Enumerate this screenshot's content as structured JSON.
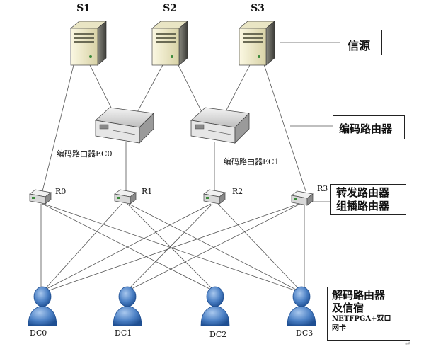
{
  "servers": [
    {
      "label": "S1"
    },
    {
      "label": "S2"
    },
    {
      "label": "S3"
    }
  ],
  "encoders": [
    {
      "label": "编码路由器EC0"
    },
    {
      "label": "编码路由器EC1"
    }
  ],
  "routers": [
    {
      "label": "R0"
    },
    {
      "label": "R1"
    },
    {
      "label": "R2"
    },
    {
      "label": "R3"
    }
  ],
  "receivers": [
    {
      "label": "DC0"
    },
    {
      "label": "DC1"
    },
    {
      "label": "DC2"
    },
    {
      "label": "DC3"
    }
  ],
  "legend": {
    "source": "信源",
    "encoding_router": "编码路由器",
    "forwarding_line1": "转发路由器",
    "forwarding_line2": "组播路由器",
    "decoding_line1": "解码路由器",
    "decoding_line2": "及信宿",
    "decoding_line3": "NETFPGA+双口",
    "decoding_line4": "网卡"
  },
  "colors": {
    "line": "#555555",
    "server_body": "#f3efcf",
    "router_body": "#dcdcdc",
    "user_blue": "#3a6fb5"
  },
  "icons": {
    "server": "server-icon",
    "encoder": "encoding-router-icon",
    "router": "router-icon",
    "user": "user-icon"
  }
}
